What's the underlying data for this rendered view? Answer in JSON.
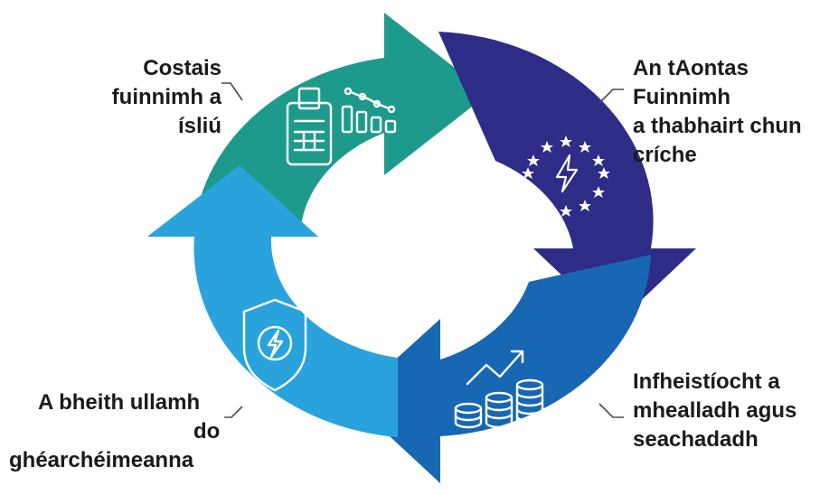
{
  "labels": {
    "top_left": [
      "Costais",
      "fuinnimh a",
      "ísliú"
    ],
    "top_right": [
      "An tAontas",
      "Fuinnimh",
      "a thabhairt chun",
      "críche"
    ],
    "bottom_right": [
      "Infheistíocht a",
      "mhealladh agus",
      "seachadadh"
    ],
    "bottom_left": [
      "A bheith ullamh",
      "do",
      "ghéarchéimeanna"
    ]
  },
  "icons": {
    "top_left": "calculator-and-falling-bar-chart-icon",
    "top_right": "eu-stars-lightning-icon",
    "bottom_right": "coins-rising-trend-icon",
    "bottom_left": "shield-lightning-icon"
  },
  "colors": {
    "teal": "#1e9a8c",
    "navy": "#2e2c87",
    "blue": "#1767b3",
    "light_blue": "#2aa3dc",
    "text": "#1a1a1a",
    "connector": "#4a4a4a"
  }
}
